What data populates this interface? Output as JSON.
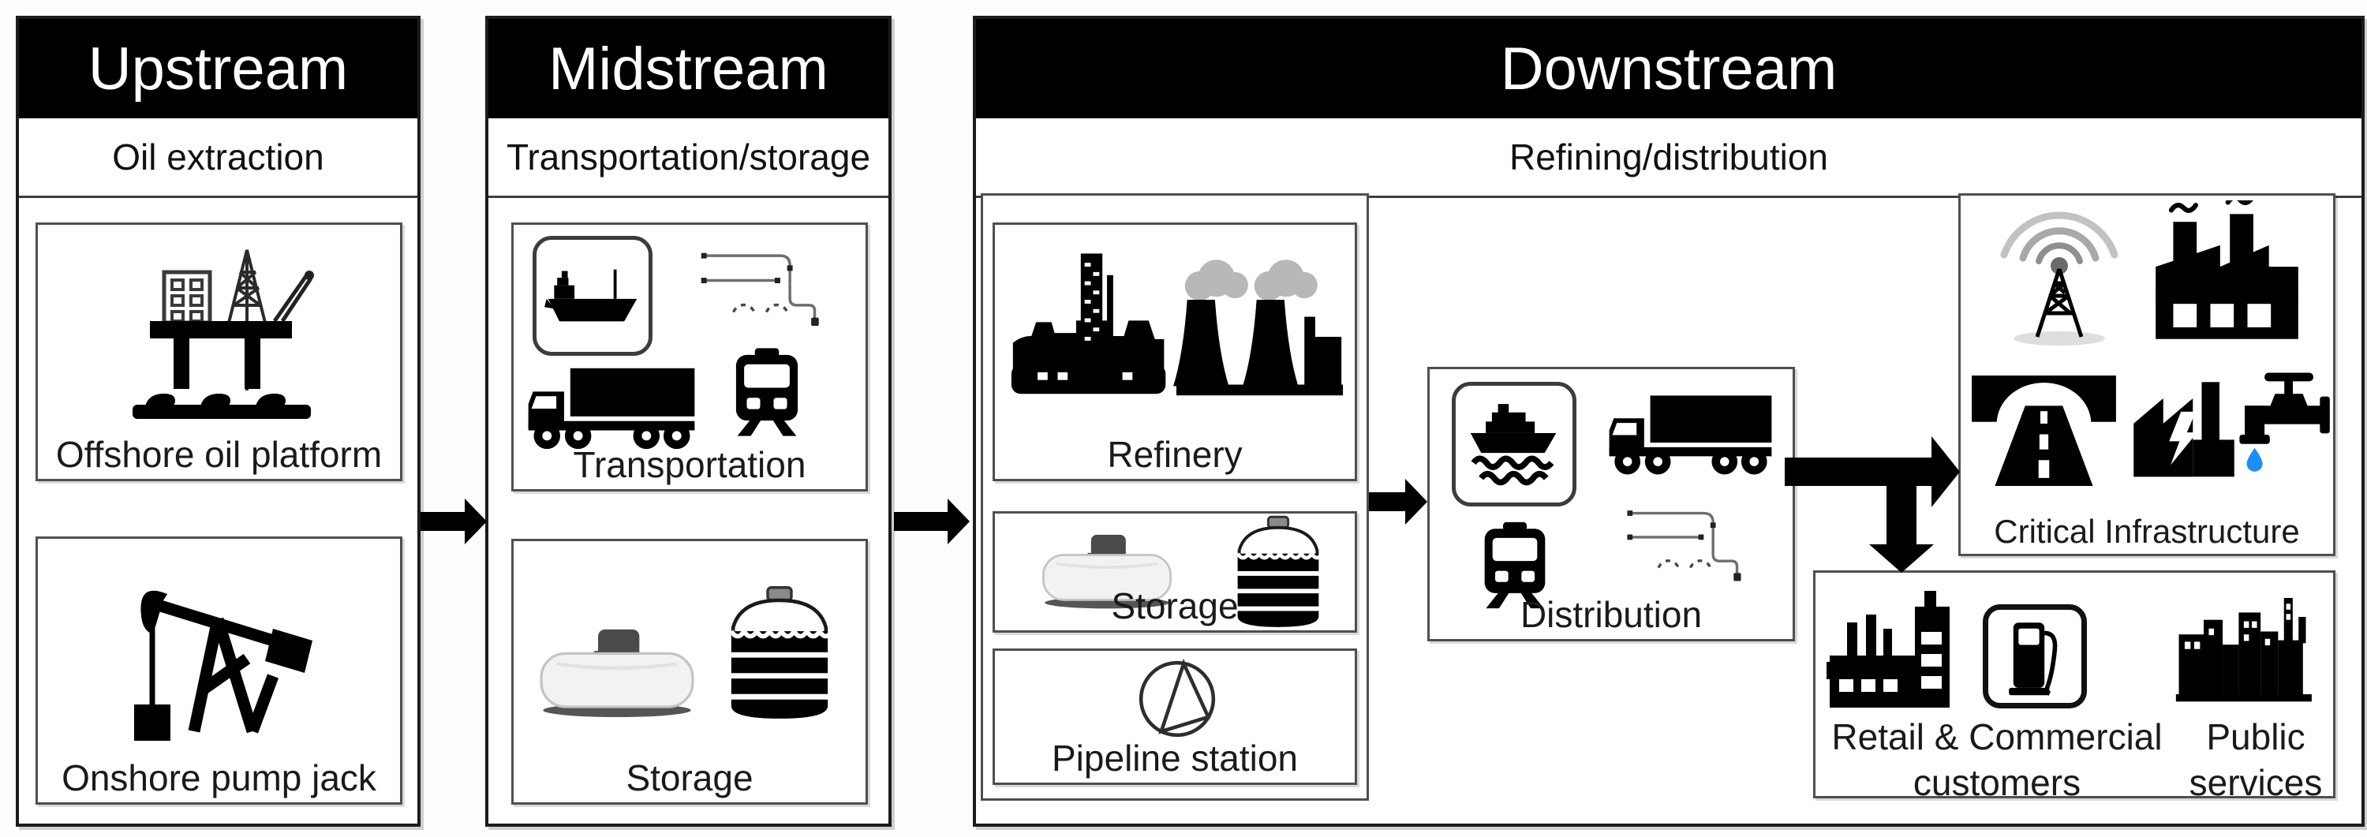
{
  "figure": {
    "title_note": "Oil supply chain diagram",
    "colors": {
      "header_bg": "#000000",
      "header_text": "#ffffff",
      "section_outline": "#1c1c1c",
      "cell_outline": "#4f4f4f",
      "icon_black": "#000000",
      "smoke_gray": "#b8b8b8",
      "signal_gray": "#a0a0a0",
      "water_drop_blue": "#1d8ff2"
    },
    "sections": {
      "upstream": {
        "title": "Upstream",
        "subtitle": "Oil extraction",
        "boxes": [
          {
            "label": "Offshore oil platform",
            "icons": [
              "offshore-oil-platform-icon"
            ]
          },
          {
            "label": "Onshore pump jack",
            "icons": [
              "onshore-pump-jack-icon"
            ]
          }
        ]
      },
      "midstream": {
        "title": "Midstream",
        "subtitle": "Transportation/storage",
        "boxes": [
          {
            "label": "Transportation",
            "icons": [
              "cargo-ship-icon",
              "pipeline-icon",
              "tanker-truck-icon",
              "train-icon"
            ]
          },
          {
            "label": "Storage",
            "icons": [
              "pressure-tank-icon",
              "oil-tank-icon"
            ]
          }
        ]
      },
      "downstream": {
        "title": "Downstream",
        "subtitle": "Refining/distribution",
        "boxes": [
          {
            "label": "Refinery",
            "icons": [
              "refinery-icon"
            ]
          },
          {
            "label": "Storage",
            "icons": [
              "pressure-tank-icon",
              "oil-tank-icon"
            ]
          },
          {
            "label": "Pipeline station",
            "icons": [
              "pump-symbol-icon"
            ]
          },
          {
            "label": "Distribution",
            "icons": [
              "ferry-ship-icon",
              "tanker-truck-icon",
              "train-icon",
              "pipeline-icon"
            ]
          },
          {
            "label": "Critical Infrastructure",
            "icons": [
              "radio-tower-icon",
              "factory-icon",
              "highway-icon",
              "power-plant-icon",
              "water-tap-icon"
            ]
          },
          {
            "label": "Retail & Commercial customers",
            "icons": [
              "factory-icon",
              "fuel-pump-icon"
            ]
          },
          {
            "label": "Public services",
            "icons": [
              "city-skyline-icon"
            ]
          }
        ]
      }
    }
  }
}
